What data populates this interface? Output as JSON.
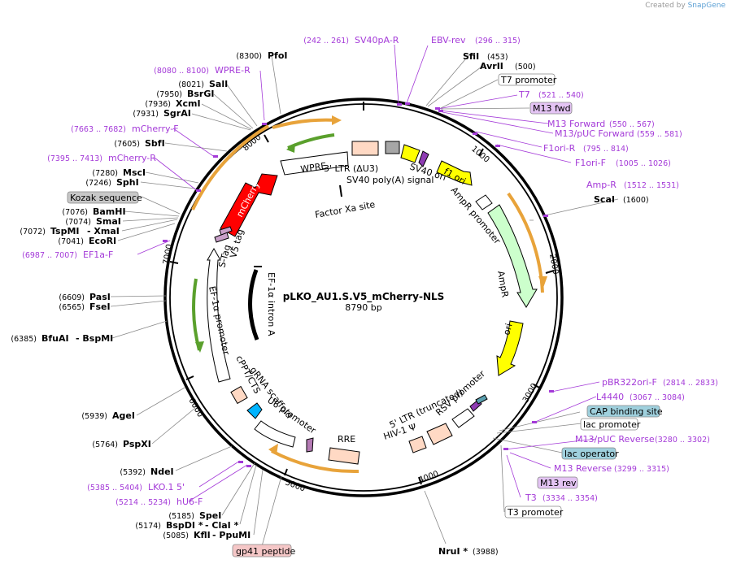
{
  "brand": {
    "created_by": "Created by",
    "app": "SnapGene"
  },
  "center": {
    "title": "pLKO_AU1.S.V5_mCherry-NLS",
    "length": "8790 bp"
  },
  "ticks": [
    "1000",
    "2000",
    "3000",
    "4000",
    "5000",
    "6000",
    "7000",
    "8000"
  ],
  "enzymes": {
    "pfoi": {
      "pos": "(8300)",
      "name": "PfoI"
    },
    "sfii": {
      "pos": "(453)",
      "name": "SfiI"
    },
    "avrii": {
      "pos": "(500)",
      "name": "AvrII"
    },
    "sali": {
      "pos": "(8021)",
      "name": "SalI"
    },
    "bsrgi": {
      "pos": "(7950)",
      "name": "BsrGI"
    },
    "xcmi": {
      "pos": "(7936)",
      "name": "XcmI"
    },
    "sgrai": {
      "pos": "(7931)",
      "name": "SgrAI"
    },
    "sbfi": {
      "pos": "(7605)",
      "name": "SbfI"
    },
    "msci": {
      "pos": "(7280)",
      "name": "MscI"
    },
    "sphi": {
      "pos": "(7246)",
      "name": "SphI"
    },
    "bamhi": {
      "pos": "(7076)",
      "name": "BamHI"
    },
    "smai": {
      "pos": "(7074)",
      "name": "SmaI"
    },
    "tspmi": {
      "pos": "(7072)",
      "name": "TspMI",
      "name2": "- XmaI"
    },
    "ecori": {
      "pos": "(7041)",
      "name": "EcoRI"
    },
    "pasi": {
      "pos": "(6609)",
      "name": "PasI"
    },
    "fsei": {
      "pos": "(6565)",
      "name": "FseI"
    },
    "bfuai": {
      "pos": "(6385)",
      "name": "BfuAI",
      "name2": "- BspMI"
    },
    "agei": {
      "pos": "(5939)",
      "name": "AgeI"
    },
    "pspxi": {
      "pos": "(5764)",
      "name": "PspXI"
    },
    "ndei": {
      "pos": "(5392)",
      "name": "NdeI"
    },
    "spei": {
      "pos": "(5185)",
      "name": "SpeI"
    },
    "bspdi": {
      "pos": "(5174)",
      "name": "BspDI *",
      "name2": "- ClaI *"
    },
    "kfli": {
      "pos": "(5085)",
      "name": "KflI",
      "name2": "- PpuMI"
    },
    "scai": {
      "name": "ScaI",
      "pos": "(1600)"
    },
    "nrui": {
      "name": "NruI *",
      "pos": "(3988)"
    }
  },
  "primers": {
    "sv40pa_r": {
      "range": "(242 .. 261)",
      "name": "SV40pA-R"
    },
    "ebv_rev": {
      "name": "EBV-rev",
      "range": "(296 .. 315)"
    },
    "t7": {
      "name": "T7",
      "range": "(521 .. 540)"
    },
    "m13_fwd": {
      "name": "M13 Forward",
      "range": "(550 .. 567)"
    },
    "m13_puc_fwd": {
      "name": "M13/pUC Forward",
      "range": "(559 .. 581)"
    },
    "f1ori_r": {
      "name": "F1ori-R",
      "range": "(795 .. 814)"
    },
    "f1ori_f": {
      "name": "F1ori-F",
      "range": "(1005 .. 1026)"
    },
    "amp_r": {
      "name": "Amp-R",
      "range": "(1512 .. 1531)"
    },
    "wpre_r": {
      "range": "(8080 .. 8100)",
      "name": "WPRE-R"
    },
    "mcherry_f": {
      "range": "(7663 .. 7682)",
      "name": "mCherry-F"
    },
    "mcherry_r": {
      "range": "(7395 .. 7413)",
      "name": "mCherry-R"
    },
    "ef1a_f": {
      "range": "(6987 .. 7007)",
      "name": "EF1a-F"
    },
    "pbr322": {
      "name": "pBR322ori-F",
      "range": "(2814 .. 2833)"
    },
    "l4440": {
      "name": "L4440",
      "range": "(3067 .. 3084)"
    },
    "m13_puc_rev": {
      "name": "M13/pUC Reverse",
      "range": "(3280 .. 3302)"
    },
    "m13_rev": {
      "name": "M13 Reverse",
      "range": "(3299 .. 3315)"
    },
    "t3": {
      "name": "T3",
      "range": "(3334 .. 3354)"
    },
    "lko1": {
      "range": "(5385 .. 5404)",
      "name": "LKO.1 5'"
    },
    "hu6_f": {
      "range": "(5214 .. 5234)",
      "name": "hU6-F"
    }
  },
  "boxed": {
    "t7_promoter": "T7 promoter",
    "m13_fwd_box": "M13 fwd",
    "kozak": "Kozak sequence",
    "cap_site": "CAP binding site",
    "lac_promoter": "lac promoter",
    "lac_operator": "lac operator",
    "m13_rev_box": "M13 rev",
    "t3_promoter": "T3 promoter",
    "gp41": "gp41 peptide"
  },
  "features": {
    "mcherry": "mCherry",
    "wpre": "WPRE",
    "ltr3": "3' LTR (ΔU3)",
    "sv40_polya": "SV40 poly(A) signal",
    "sv40_ori": "SV40 ori",
    "f1_ori": "f1 ori",
    "ampr_promoter": "AmpR promoter",
    "ampr": "AmpR",
    "ori": "ori",
    "factor_xa": "Factor Xa site",
    "s_tag": "S-Tag",
    "v5_tag": "V5 tag",
    "ef1a_intron": "EF-1α intron A",
    "ef1a_promoter": "EF-1α promoter",
    "cppt": "cPPT/CTS",
    "grna": "gRNA scaffold",
    "u6": "U6 promoter",
    "rre": "RRE",
    "ltr5": "5' LTR (truncated)",
    "hiv_psi": "HIV-1 Ψ",
    "rsv": "RSV promoter"
  },
  "colors": {
    "mcherry": "#ff0000",
    "ampr": "#ccffcc",
    "ori": "#ffff00",
    "primer": "#a43ad8",
    "orf": "#e8a33a",
    "enhancer_box": "#ffd9c4",
    "purple_box": "#e4c4f4",
    "blue_box": "#9fd0dd",
    "gp41_box": "#f5c7c7"
  }
}
